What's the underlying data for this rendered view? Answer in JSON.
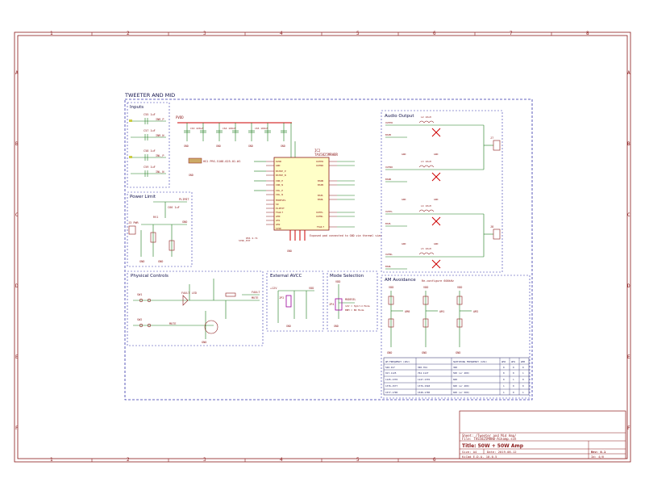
{
  "sheet": {
    "title": "TWEETER AND MID",
    "border_columns": [
      "1",
      "2",
      "3",
      "4",
      "5",
      "6",
      "7",
      "8"
    ],
    "border_rows": [
      "A",
      "B",
      "C",
      "D",
      "E",
      "F"
    ]
  },
  "sections": {
    "inputs": "Inputs",
    "power_limit": "Power Limit",
    "physical_controls": "Physical Controls",
    "external_avcc": "External AVCC",
    "mode_selection": "Mode Selection",
    "audio_output": "Audio Output",
    "am_avoidance": "AM Avoidance"
  },
  "ic": {
    "ref": "IC2",
    "part": "TAS5825MRHBR",
    "pins_left": [
      "DVDD",
      "GND",
      "BSTRP_P",
      "BSTRP_N",
      "INR_P",
      "INR_N",
      "INL_P",
      "INL_N",
      "MODESEL",
      "SD",
      "PLIMIT",
      "FAULT",
      "AM0",
      "AM1",
      "AM2",
      "SYNC",
      "GVDD"
    ],
    "pins_right": [
      "OUTPR",
      "OUTNR",
      "BSNR",
      "BSPR",
      "BSPL",
      "BSNL",
      "OUTPL",
      "OUTNL",
      "FAULT"
    ],
    "note": "Exposed pad connected to GND via thermal vias"
  },
  "nets": {
    "pvdd": "PVDD",
    "vdd": "VDD",
    "gnd": "GND",
    "mute": "MUTE",
    "fault": "FAULT",
    "plimit": "PLIMIT",
    "avdd": "AVDD",
    "avcc": "+12V"
  },
  "connectors": {
    "j7": "J7",
    "j8": "J8",
    "sw1": "SW1",
    "sw2": "SW2",
    "jp2": "JP2",
    "jp4": "JP4"
  },
  "labels": {
    "rv1": "RV1",
    "rv1_label": "PLIMIT",
    "fault_led": "FAULT LED",
    "mute_label": "MUTE",
    "ntc": "NTC",
    "mode_note": "12V = Hybrid Mode\nBBM = BD Mode",
    "am_note": "Re-configure 600kHz"
  },
  "am_table": {
    "headers": [
      "AM FREQUENCY (kHz)",
      "SWITCHING FREQUENCY (kHz)",
      "AM2",
      "AM1",
      "AM0"
    ],
    "rows": [
      [
        "540-917",
        "300-764",
        "300",
        "0",
        "0",
        "0"
      ],
      [
        "917-1125",
        "764-1127",
        "500 (or 400)",
        "0",
        "0",
        "1"
      ],
      [
        "1125-1376",
        "1127-1376",
        "600",
        "0",
        "1",
        "0"
      ],
      [
        "1376-1577",
        "1376-1548",
        "600 (or 400)",
        "1",
        "0",
        "0"
      ],
      [
        "1577-1700",
        "1548-1700",
        "600 (or 500)",
        "1",
        "0",
        "1"
      ]
    ]
  },
  "title_block": {
    "sheet_line": "Sheet: /Tweeter and Mid Amp/",
    "file_line": "File: TAS5825MRHB-Aikamp.sch",
    "title": "Title: 50W + 50W Amp",
    "size_label": "Size: A4",
    "date_label": "Date: 2019-08-12",
    "rev_label": "Rev: 0.1",
    "kicad": "KiCad E.D.A. 10.0.5",
    "id_label": "Id: 4/6"
  },
  "colors": {
    "wire": "#1a7a1a",
    "component": "#8b1a1a",
    "frame": "#8b1a1a",
    "section_box": "#3333aa",
    "bus": "#cc0000",
    "ic_fill": "#ffffc8",
    "x_mark": "#cc0000",
    "jumper": "#990099"
  }
}
